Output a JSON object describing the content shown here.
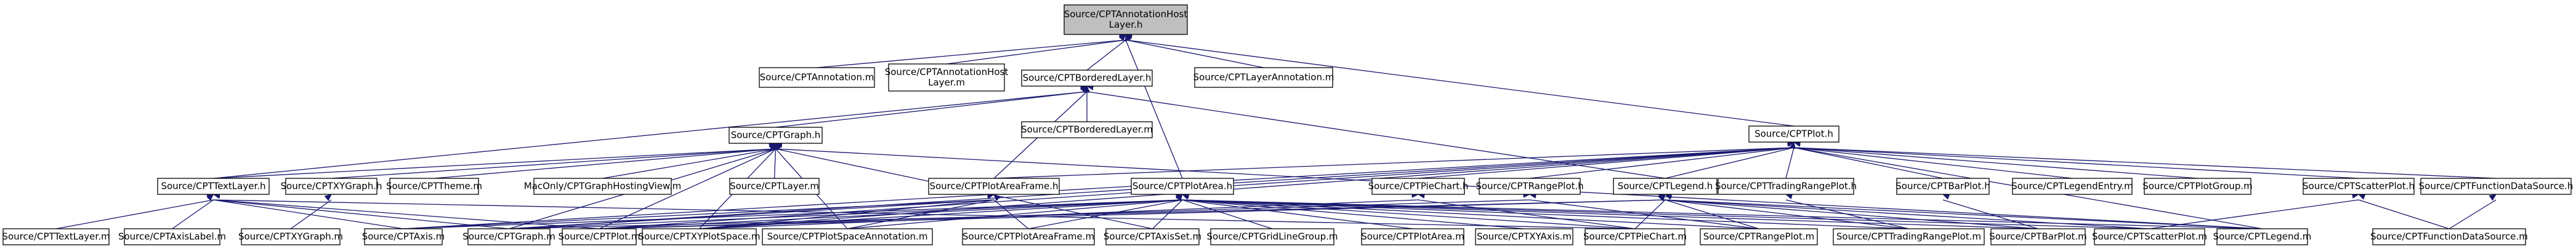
{
  "diagram": {
    "colors": {
      "edge": "#191970",
      "root_fill": "#bfbfbf",
      "node_fill": "#ffffff",
      "border": "#000000"
    },
    "nodes": [
      {
        "id": "root",
        "label": [
          "Source/CPTAnnotationHost",
          "Layer.h"
        ],
        "root": true
      },
      {
        "id": "annotation_m",
        "label": [
          "Source/CPTAnnotation.m"
        ]
      },
      {
        "id": "annotationhostlayer_m",
        "label": [
          "Source/CPTAnnotationHost",
          "Layer.m"
        ]
      },
      {
        "id": "borderedlayer_h",
        "label": [
          "Source/CPTBorderedLayer.h"
        ]
      },
      {
        "id": "layerannotation_m",
        "label": [
          "Source/CPTLayerAnnotation.m"
        ]
      },
      {
        "id": "plot_h",
        "label": [
          "Source/CPTPlot.h"
        ]
      },
      {
        "id": "graph_h",
        "label": [
          "Source/CPTGraph.h"
        ]
      },
      {
        "id": "borderedlayer_m",
        "label": [
          "Source/CPTBorderedLayer.m"
        ]
      },
      {
        "id": "textlayer_h",
        "label": [
          "Source/CPTTextLayer.h"
        ]
      },
      {
        "id": "xygraph_h",
        "label": [
          "Source/CPTXYGraph.h"
        ]
      },
      {
        "id": "theme_m",
        "label": [
          "Source/CPTTheme.m"
        ]
      },
      {
        "id": "macgraph_m",
        "label": [
          "MacOnly/CPTGraphHostingView.m"
        ]
      },
      {
        "id": "layer_m",
        "label": [
          "Source/CPTLayer.m"
        ]
      },
      {
        "id": "plotareaframe_h",
        "label": [
          "Source/CPTPlotAreaFrame.h"
        ]
      },
      {
        "id": "plotarea_h",
        "label": [
          "Source/CPTPlotArea.h"
        ]
      },
      {
        "id": "piechart_h",
        "label": [
          "Source/CPTPieChart.h"
        ]
      },
      {
        "id": "rangeplot_h",
        "label": [
          "Source/CPTRangePlot.h"
        ]
      },
      {
        "id": "legend_h",
        "label": [
          "Source/CPTLegend.h"
        ]
      },
      {
        "id": "tradingrangeplot_h",
        "label": [
          "Source/CPTTradingRangePlot.h"
        ]
      },
      {
        "id": "barplot_h",
        "label": [
          "Source/CPTBarPlot.h"
        ]
      },
      {
        "id": "legendentry_m",
        "label": [
          "Source/CPTLegendEntry.m"
        ]
      },
      {
        "id": "plotgroup_m",
        "label": [
          "Source/CPTPlotGroup.m"
        ]
      },
      {
        "id": "scatterplot_h",
        "label": [
          "Source/CPTScatterPlot.h"
        ]
      },
      {
        "id": "functiondatasource_h",
        "label": [
          "Source/CPTFunctionDataSource.h"
        ]
      },
      {
        "id": "textlayer_m",
        "label": [
          "Source/CPTTextLayer.m"
        ]
      },
      {
        "id": "axislabel_m",
        "label": [
          "Source/CPTAxisLabel.m"
        ]
      },
      {
        "id": "xygraph_m",
        "label": [
          "Source/CPTXYGraph.m"
        ]
      },
      {
        "id": "axis_m",
        "label": [
          "Source/CPTAxis.m"
        ]
      },
      {
        "id": "graph_m",
        "label": [
          "Source/CPTGraph.m"
        ]
      },
      {
        "id": "plot_m",
        "label": [
          "Source/CPTPlot.m"
        ]
      },
      {
        "id": "xyplotspace_m",
        "label": [
          "Source/CPTXYPlotSpace.m"
        ]
      },
      {
        "id": "plotspaceannotation_m",
        "label": [
          "Source/CPTPlotSpaceAnnotation.m"
        ]
      },
      {
        "id": "plotareaframe_m",
        "label": [
          "Source/CPTPlotAreaFrame.m"
        ]
      },
      {
        "id": "axisset_m",
        "label": [
          "Source/CPTAxisSet.m"
        ]
      },
      {
        "id": "gridlinegroup_m",
        "label": [
          "Source/CPTGridLineGroup.m"
        ]
      },
      {
        "id": "plotarea_m",
        "label": [
          "Source/CPTPlotArea.m"
        ]
      },
      {
        "id": "xyaxis_m",
        "label": [
          "Source/CPTXYAxis.m"
        ]
      },
      {
        "id": "piechart_m",
        "label": [
          "Source/CPTPieChart.m"
        ]
      },
      {
        "id": "rangeplot_m",
        "label": [
          "Source/CPTRangePlot.m"
        ]
      },
      {
        "id": "tradingrangeplot_m",
        "label": [
          "Source/CPTTradingRangePlot.m"
        ]
      },
      {
        "id": "barplot_m",
        "label": [
          "Source/CPTBarPlot.m"
        ]
      },
      {
        "id": "scatterplot_m",
        "label": [
          "Source/CPTScatterPlot.m"
        ]
      },
      {
        "id": "legend_m",
        "label": [
          "Source/CPTLegend.m"
        ]
      },
      {
        "id": "functiondatasource_m",
        "label": [
          "Source/CPTFunctionDataSource.m"
        ]
      }
    ],
    "edges": [
      [
        "root",
        "annotation_m"
      ],
      [
        "root",
        "annotationhostlayer_m"
      ],
      [
        "root",
        "borderedlayer_h"
      ],
      [
        "root",
        "layerannotation_m"
      ],
      [
        "root",
        "plot_h"
      ],
      [
        "root",
        "plotarea_h"
      ],
      [
        "borderedlayer_h",
        "graph_h"
      ],
      [
        "borderedlayer_h",
        "borderedlayer_m"
      ],
      [
        "borderedlayer_h",
        "plotareaframe_h"
      ],
      [
        "borderedlayer_h",
        "textlayer_h"
      ],
      [
        "borderedlayer_h",
        "legend_h"
      ],
      [
        "graph_h",
        "textlayer_h"
      ],
      [
        "graph_h",
        "xygraph_h"
      ],
      [
        "graph_h",
        "theme_m"
      ],
      [
        "graph_h",
        "macgraph_m"
      ],
      [
        "graph_h",
        "layer_m"
      ],
      [
        "graph_h",
        "graph_m"
      ],
      [
        "graph_h",
        "plot_m"
      ],
      [
        "graph_h",
        "xyplotspace_m"
      ],
      [
        "graph_h",
        "plotspaceannotation_m"
      ],
      [
        "graph_h",
        "axisset_m"
      ],
      [
        "graph_h",
        "legend_m"
      ],
      [
        "textlayer_h",
        "textlayer_m"
      ],
      [
        "textlayer_h",
        "axislabel_m"
      ],
      [
        "textlayer_h",
        "axis_m"
      ],
      [
        "textlayer_h",
        "graph_m"
      ],
      [
        "textlayer_h",
        "plot_m"
      ],
      [
        "textlayer_h",
        "piechart_m"
      ],
      [
        "xygraph_h",
        "xygraph_m"
      ],
      [
        "plotareaframe_h",
        "graph_m"
      ],
      [
        "plotareaframe_h",
        "plotareaframe_m"
      ],
      [
        "plotareaframe_h",
        "plotspaceannotation_m"
      ],
      [
        "plotareaframe_h",
        "xyplotspace_m"
      ],
      [
        "plotareaframe_h",
        "axis_m"
      ],
      [
        "plotarea_h",
        "axis_m"
      ],
      [
        "plotarea_h",
        "graph_m"
      ],
      [
        "plotarea_h",
        "plot_m"
      ],
      [
        "plotarea_h",
        "xyplotspace_m"
      ],
      [
        "plotarea_h",
        "plotspaceannotation_m"
      ],
      [
        "plotarea_h",
        "plotareaframe_m"
      ],
      [
        "plotarea_h",
        "axisset_m"
      ],
      [
        "plotarea_h",
        "gridlinegroup_m"
      ],
      [
        "plotarea_h",
        "plotarea_m"
      ],
      [
        "plotarea_h",
        "xyaxis_m"
      ],
      [
        "plotarea_h",
        "piechart_m"
      ],
      [
        "plotarea_h",
        "rangeplot_m"
      ],
      [
        "plotarea_h",
        "tradingrangeplot_m"
      ],
      [
        "plotarea_h",
        "barplot_m"
      ],
      [
        "plotarea_h",
        "scatterplot_m"
      ],
      [
        "plotarea_h",
        "legend_m"
      ],
      [
        "plot_h",
        "piechart_h"
      ],
      [
        "plot_h",
        "rangeplot_h"
      ],
      [
        "plot_h",
        "legend_h"
      ],
      [
        "plot_h",
        "tradingrangeplot_h"
      ],
      [
        "plot_h",
        "barplot_h"
      ],
      [
        "plot_h",
        "legendentry_m"
      ],
      [
        "plot_h",
        "plotgroup_m"
      ],
      [
        "plot_h",
        "scatterplot_h"
      ],
      [
        "plot_h",
        "functiondatasource_h"
      ],
      [
        "plot_h",
        "graph_m"
      ],
      [
        "plot_h",
        "plot_m"
      ],
      [
        "plot_h",
        "xyplotspace_m"
      ],
      [
        "plot_h",
        "axis_m"
      ],
      [
        "plot_h",
        "plotareaframe_h"
      ],
      [
        "plot_h",
        "legend_m"
      ],
      [
        "piechart_h",
        "piechart_m"
      ],
      [
        "piechart_h",
        "xyplotspace_m"
      ],
      [
        "rangeplot_h",
        "rangeplot_m"
      ],
      [
        "rangeplot_h",
        "plot_m"
      ],
      [
        "legend_h",
        "legend_m"
      ],
      [
        "legend_h",
        "graph_m"
      ],
      [
        "legend_h",
        "plot_m"
      ],
      [
        "legend_h",
        "piechart_m"
      ],
      [
        "legend_h",
        "rangeplot_m"
      ],
      [
        "legend_h",
        "tradingrangeplot_m"
      ],
      [
        "legend_h",
        "barplot_m"
      ],
      [
        "legend_h",
        "scatterplot_m"
      ],
      [
        "tradingrangeplot_h",
        "tradingrangeplot_m"
      ],
      [
        "barplot_h",
        "barplot_m"
      ],
      [
        "scatterplot_h",
        "scatterplot_m"
      ],
      [
        "scatterplot_h",
        "functiondatasource_m"
      ],
      [
        "functiondatasource_h",
        "functiondatasource_m"
      ]
    ]
  }
}
